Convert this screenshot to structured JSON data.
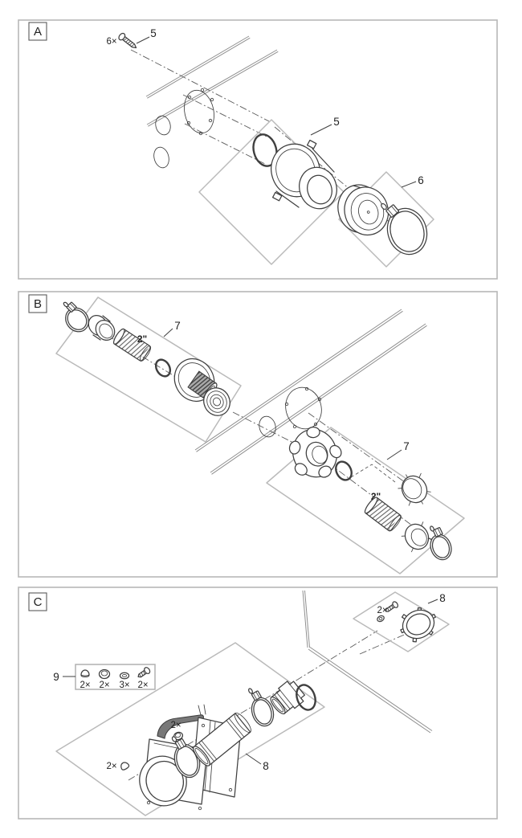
{
  "figure": {
    "panels": {
      "a": {
        "label": "A",
        "screw": {
          "qty": "6×",
          "callout": "5"
        },
        "flange_assembly": {
          "callout": "5"
        },
        "cap_assembly": {
          "callout": "6"
        }
      },
      "b": {
        "label": "B",
        "upper_assembly": {
          "callout": "7",
          "size": "2\""
        },
        "lower_assembly": {
          "callout": "7",
          "size": "2\""
        }
      },
      "c": {
        "label": "C",
        "ring_assembly": {
          "callout": "8",
          "screw_qty": "2×"
        },
        "hardware_kit": {
          "callout": "9",
          "items": [
            {
              "name": "cap-nut",
              "qty": "2×"
            },
            {
              "name": "lock-nut",
              "qty": "2×"
            },
            {
              "name": "washer",
              "qty": "3×"
            },
            {
              "name": "screw",
              "qty": "2×"
            }
          ]
        },
        "pipe_assembly": {
          "callout": "8",
          "nut_qty": "2×",
          "cap_nut_qty": "2×"
        }
      }
    }
  }
}
